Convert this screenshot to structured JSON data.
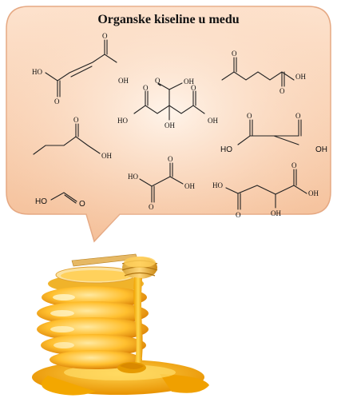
{
  "title": "Organske kiseline u medu",
  "labels": {
    "fumaric_ho": "HO",
    "fumaric_oh": "OH",
    "citric_oh_top": "OH",
    "citric_ho_left": "HO",
    "citric_oh_right": "OH",
    "citric_oh_bottom": "OH",
    "levulinic_oh": "OH",
    "butyric_oh": "OH",
    "malonic_ho": "HO",
    "malonic_oh": "OH",
    "oxalic_ho": "HO",
    "oxalic_oh": "OH",
    "formic_ho": "HO",
    "formic_o": "O",
    "malic_ho": "HO",
    "malic_oh_right": "OH",
    "malic_oh_bottom": "OH"
  },
  "colors": {
    "bubble_fill": "#f6c7a3",
    "bubble_stroke": "#e3a57f",
    "honey_light": "#ffd65a",
    "honey_dark": "#e48a00"
  }
}
